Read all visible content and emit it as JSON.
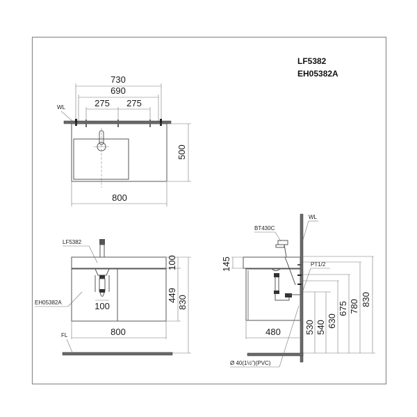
{
  "models": {
    "basin": "LF5382",
    "cabinet": "EH05382A"
  },
  "top_view": {
    "wall_label": "WL",
    "dim_overall_mounting": "730",
    "dim_inner_mounting": "690",
    "dim_spacing_left": "275",
    "dim_spacing_right": "275",
    "dim_depth": "500",
    "dim_width": "800"
  },
  "front_view": {
    "basin_label": "LF5382",
    "cabinet_label": "EH05382A",
    "floor_label": "FL",
    "dim_basin_height": "100",
    "dim_cabinet_height": "449",
    "dim_total_height": "830",
    "dim_trap_width": "100",
    "dim_width": "800"
  },
  "side_view": {
    "faucet_label": "BT430C",
    "wall_label": "WL",
    "supply_label": "PT1/2",
    "drain_label": "Ø 40(1½\")(PVC)",
    "dim_basin_height": "145",
    "dim_depth": "480",
    "dim_heights": [
      "530",
      "540",
      "630",
      "675",
      "780",
      "830"
    ]
  },
  "colors": {
    "frame": "#8c8c8c",
    "wall_fill": "#6a6a6a",
    "line": "#555555",
    "text": "#1a1a1a"
  }
}
